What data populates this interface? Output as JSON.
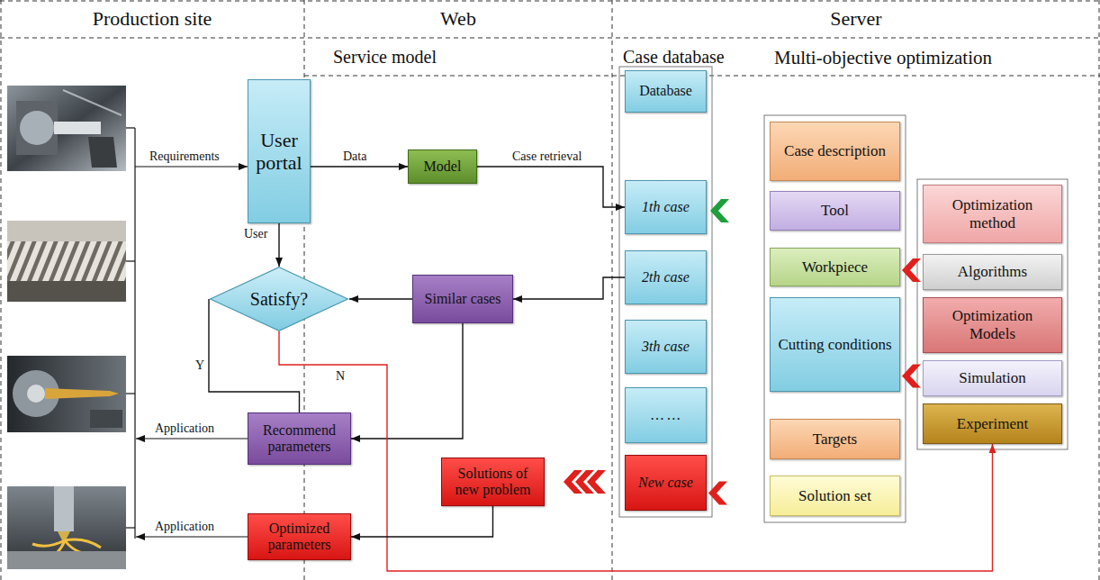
{
  "diagram": {
    "nodes": [
      {
        "text": [
          "User portal"
        ]
      },
      {
        "text": [
          "Model"
        ]
      },
      {
        "text": [
          "Satisfy?"
        ]
      },
      {
        "text": [
          "Similar cases"
        ]
      },
      {
        "text": [
          "Recommend parameters"
        ]
      },
      {
        "text": [
          "Solutions of new problem"
        ]
      },
      {
        "text": [
          "Optimized parameters"
        ]
      },
      {
        "text": [
          "Database"
        ]
      },
      {
        "text": [
          "1th case"
        ]
      },
      {
        "text": [
          "2th case"
        ]
      },
      {
        "text": [
          "3th case"
        ]
      },
      {
        "text": [
          "… …"
        ]
      },
      {
        "text": [
          "New case"
        ]
      },
      {
        "text": [
          "Case description"
        ]
      },
      {
        "text": [
          "Tool"
        ]
      },
      {
        "text": [
          "Workpiece"
        ]
      },
      {
        "text": [
          "Cutting conditions"
        ]
      },
      {
        "text": [
          "Targets"
        ]
      },
      {
        "text": [
          "Solution set"
        ]
      },
      {
        "text": [
          "Optimization method"
        ]
      },
      {
        "text": [
          "Algorithms"
        ]
      },
      {
        "text": [
          "Optimization Models"
        ]
      },
      {
        "text": [
          "Simulation"
        ]
      },
      {
        "text": [
          "Experiment"
        ]
      }
    ],
    "edges": [
      {
        "from": 0,
        "to": 1,
        "label": "Data",
        "arrow": "to"
      },
      {
        "from": 1,
        "to": 8,
        "label": "Case retrieval",
        "arrow": "to"
      },
      {
        "from": 0,
        "to": 2,
        "label": "User",
        "arrow": "to"
      },
      {
        "from": 9,
        "to": 3,
        "arrow": "to"
      },
      {
        "from": 3,
        "to": 2,
        "arrow": "to"
      },
      {
        "from": 3,
        "to": 4,
        "arrow": "to"
      },
      {
        "from": 2,
        "to": 4,
        "label": "Y",
        "arrow": "none"
      },
      {
        "from": 2,
        "to": 23,
        "label": "N",
        "arrow": "to"
      },
      {
        "from": 12,
        "to": 5,
        "arrow": "to"
      },
      {
        "from": 5,
        "to": 6,
        "arrow": "to"
      },
      {
        "from": 14,
        "to": 8,
        "arrow": "to"
      },
      {
        "from": 20,
        "to": 15,
        "arrow": "to"
      },
      {
        "from": 22,
        "to": 16,
        "arrow": "to"
      },
      {
        "from": 18,
        "to": 12,
        "arrow": "to"
      }
    ],
    "labels": [
      "Production site",
      "Web",
      "Server",
      "Service model",
      "Case database",
      "Multi-objective optimization",
      "Requirements",
      "Application",
      "Application"
    ]
  }
}
